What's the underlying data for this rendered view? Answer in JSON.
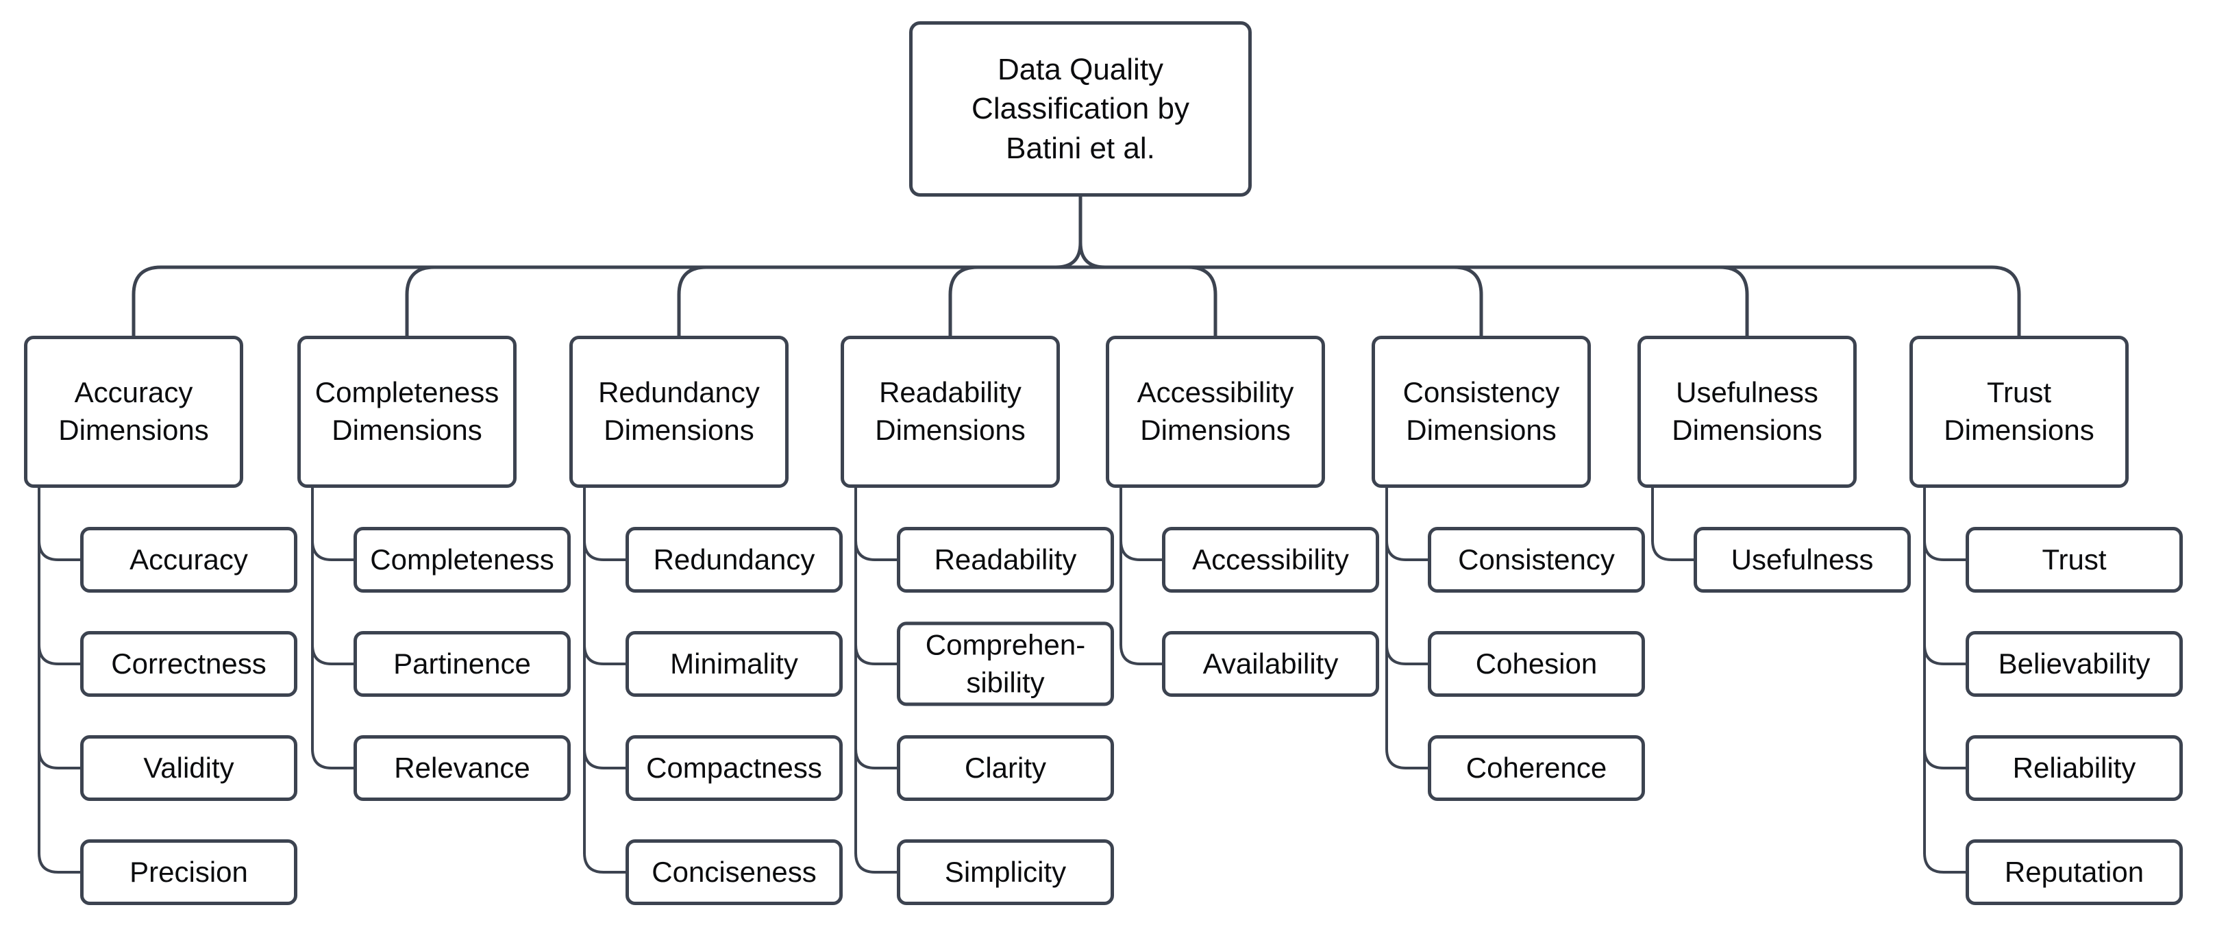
{
  "diagram": {
    "root": {
      "label": "Data Quality Classification by Batini et al.",
      "lines": [
        "Data Quality",
        "Classification by",
        "Batini et al."
      ]
    },
    "branches": [
      {
        "label": "Accuracy Dimensions",
        "children": [
          "Accuracy",
          "Correctness",
          "Validity",
          "Precision"
        ]
      },
      {
        "label": "Completeness Dimensions",
        "children": [
          "Completeness",
          "Partinence",
          "Relevance"
        ]
      },
      {
        "label": "Redundancy Dimensions",
        "children": [
          "Redundancy",
          "Minimality",
          "Compactness",
          "Conciseness"
        ]
      },
      {
        "label": "Readability Dimensions",
        "children": [
          "Readability",
          "Comprehen-sibility",
          "Clarity",
          "Simplicity"
        ]
      },
      {
        "label": "Accessibility Dimensions",
        "children": [
          "Accessibility",
          "Availability"
        ]
      },
      {
        "label": "Consistency Dimensions",
        "children": [
          "Consistency",
          "Cohesion",
          "Coherence"
        ]
      },
      {
        "label": "Usefulness Dimensions",
        "children": [
          "Usefulness"
        ]
      },
      {
        "label": "Trust Dimensions",
        "children": [
          "Trust",
          "Believability",
          "Reliability",
          "Reputation"
        ]
      }
    ],
    "colors": {
      "line": "#3c4350",
      "text": "#0b0c0e",
      "node_fill": "#ffffff",
      "background": "#ffffff"
    }
  }
}
